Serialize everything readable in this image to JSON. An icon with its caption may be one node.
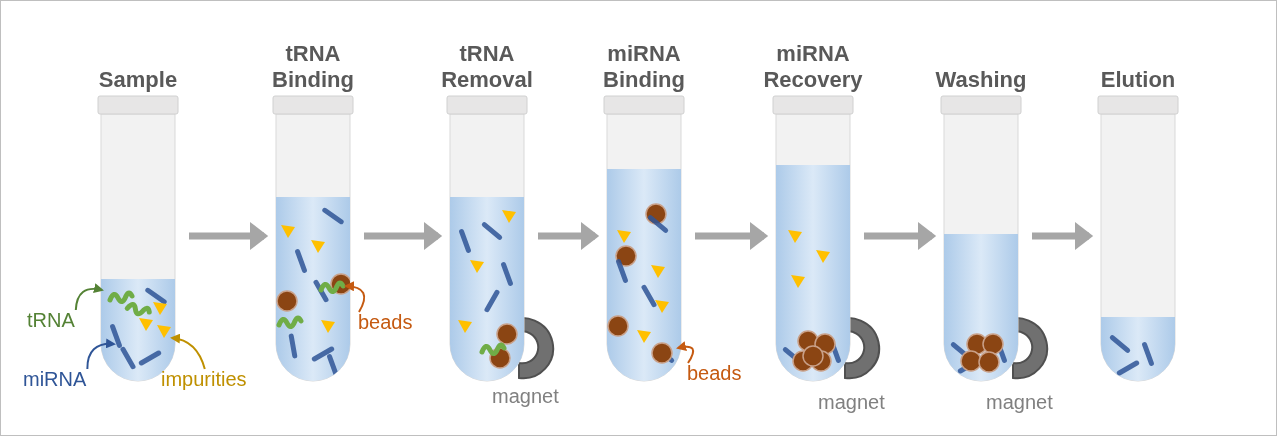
{
  "diagram": {
    "nodes": [
      {
        "text": [
          "Sample"
        ]
      },
      {
        "text": [
          "tRNA Binding"
        ]
      },
      {
        "text": [
          "tRNA Removal"
        ]
      },
      {
        "text": [
          "miRNA Binding"
        ]
      },
      {
        "text": [
          "miRNA Recovery"
        ]
      },
      {
        "text": [
          "Washing"
        ]
      },
      {
        "text": [
          "Elution"
        ]
      },
      {
        "text": [
          "tRNA"
        ]
      },
      {
        "text": [
          "miRNA"
        ]
      },
      {
        "text": [
          "impurities"
        ]
      },
      {
        "text": [
          "beads"
        ]
      },
      {
        "text": [
          "beads"
        ]
      }
    ],
    "edges": [
      {
        "from": 0,
        "to": 1,
        "arrow": "to"
      },
      {
        "from": 1,
        "to": 2,
        "arrow": "to"
      },
      {
        "from": 2,
        "to": 3,
        "arrow": "to"
      },
      {
        "from": 3,
        "to": 4,
        "arrow": "to"
      },
      {
        "from": 4,
        "to": 5,
        "arrow": "to"
      },
      {
        "from": 5,
        "to": 6,
        "arrow": "to"
      },
      {
        "from": 7,
        "to": 0,
        "arrow": "to",
        "color": "#548235"
      },
      {
        "from": 8,
        "to": 0,
        "arrow": "to",
        "color": "#2f5597"
      },
      {
        "from": 9,
        "to": 0,
        "arrow": "to",
        "color": "#bf9000"
      },
      {
        "from": 10,
        "to": 1,
        "arrow": "to",
        "color": "#c55a11"
      },
      {
        "from": 11,
        "to": 3,
        "arrow": "to",
        "color": "#c55a11"
      }
    ],
    "labels": [
      "magnet",
      "magnet",
      "magnet"
    ]
  }
}
